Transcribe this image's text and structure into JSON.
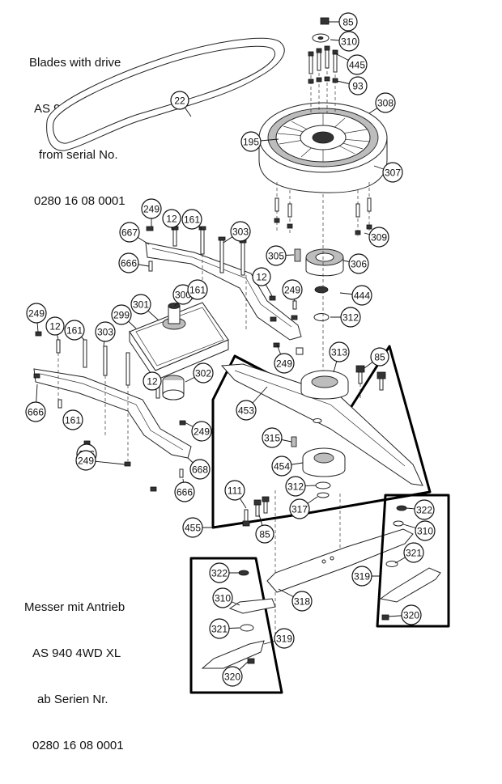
{
  "titles": {
    "english": [
      "Blades with drive",
      "AS 940 4WD XL",
      "from serial No.",
      "0280 16 08 0001"
    ],
    "german": [
      "Messer mit Antrieb",
      "AS 940 4WD XL",
      "ab Serien Nr.",
      "0280 16 08 0001"
    ]
  },
  "callouts": [
    "85",
    "310",
    "445",
    "93",
    "308",
    "195",
    "307",
    "309",
    "22",
    "306",
    "305",
    "444",
    "312",
    "313",
    "85",
    "249",
    "12",
    "161",
    "303",
    "667",
    "666",
    "300",
    "161",
    "12",
    "249",
    "299",
    "301",
    "249",
    "12",
    "161",
    "303",
    "302",
    "12",
    "666",
    "249",
    "453",
    "315",
    "454",
    "312",
    "317",
    "111",
    "85",
    "455",
    "249",
    "668",
    "666",
    "161",
    "666",
    "249",
    "322",
    "310",
    "321",
    "319",
    "320",
    "318",
    "322",
    "310",
    "321",
    "319",
    "320"
  ]
}
